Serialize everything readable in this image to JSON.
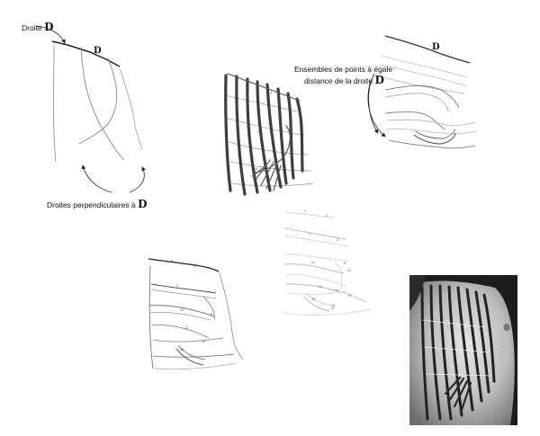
{
  "labels": {
    "droite_d_text": "Droite",
    "droite_d_letter": "D",
    "perpendiculars_text": "Droites perpendiculaires à",
    "perpendiculars_letter": "D",
    "equidistant_line1": "Ensembles de points à égale",
    "equidistant_line2": "distance de la droite",
    "equidistant_letter": "D",
    "d_mark_panel1": "D",
    "d_mark_panel3": "D"
  },
  "photo": {
    "caption": ""
  }
}
